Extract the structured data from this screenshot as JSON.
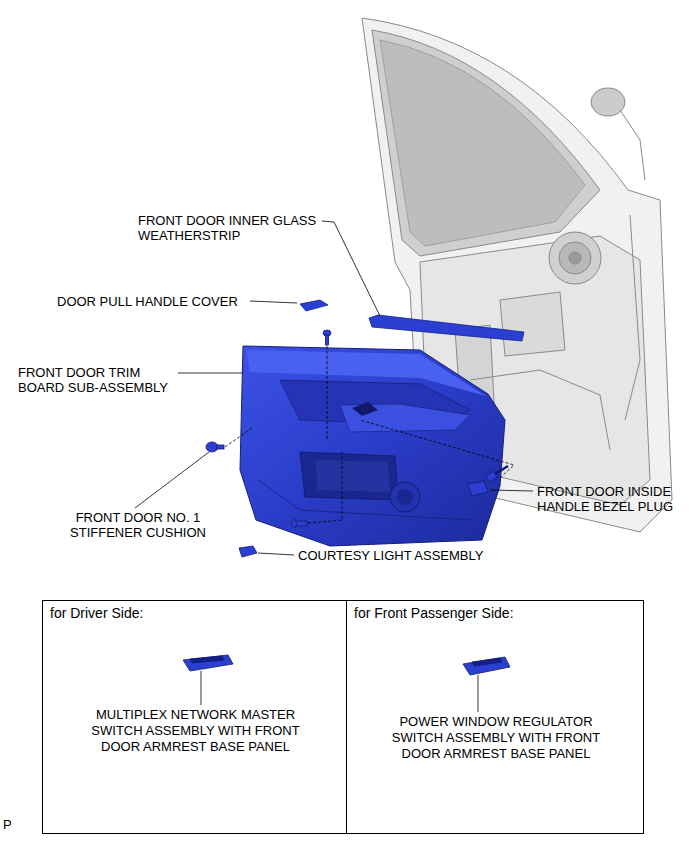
{
  "diagram": {
    "nodes": [
      {
        "text": [
          "for Driver Side:",
          "MULTIPLEX NETWORK MASTER SWITCH ASSEMBLY WITH FRONT DOOR ARMREST BASE PANEL"
        ]
      },
      {
        "text": [
          "for Front Passenger Side:",
          "POWER WINDOW REGULATOR SWITCH ASSEMBLY WITH FRONT DOOR ARMREST BASE PANEL"
        ]
      }
    ],
    "labels": [
      "FRONT DOOR INNER GLASS WEATHERSTRIP",
      "DOOR PULL HANDLE COVER",
      "FRONT DOOR TRIM BOARD SUB-ASSEMBLY",
      "FRONT DOOR INSIDE HANDLE BEZEL PLUG",
      "FRONT DOOR NO. 1 STIFFENER CUSHION",
      "COURTESY LIGHT ASSEMBLY",
      "P"
    ]
  }
}
